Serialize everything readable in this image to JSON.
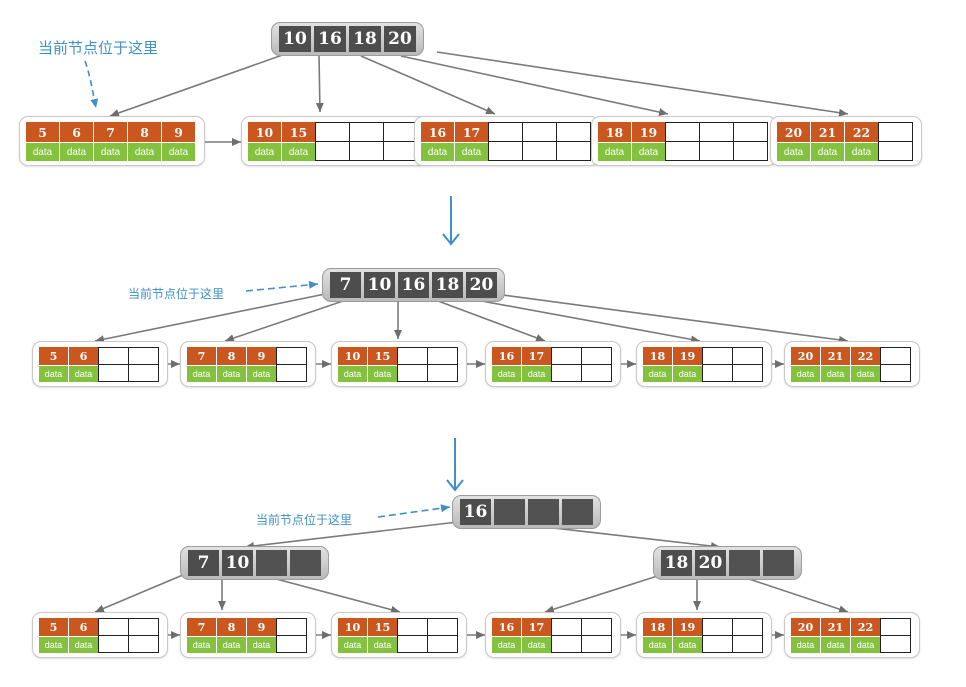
{
  "labels": {
    "current_node": "当前节点位于这里",
    "data": "data"
  },
  "colors": {
    "key": "#c9571f",
    "data": "#83c13f",
    "index_key": "#4d4d4d",
    "annotation": "#3f8fc9",
    "arrow": "#6e6e6e"
  },
  "diagrams": [
    {
      "root": [
        "10",
        "16",
        "18",
        "20"
      ],
      "leaves": [
        [
          "5",
          "6",
          "7",
          "8",
          "9"
        ],
        [
          "10",
          "15",
          "",
          "",
          ""
        ],
        [
          "16",
          "17",
          "",
          "",
          ""
        ],
        [
          "18",
          "19",
          "",
          "",
          ""
        ],
        [
          "20",
          "21",
          "22",
          ""
        ]
      ]
    },
    {
      "root": [
        "7",
        "10",
        "16",
        "18",
        "20"
      ],
      "leaves": [
        [
          "5",
          "6",
          "",
          ""
        ],
        [
          "7",
          "8",
          "9",
          ""
        ],
        [
          "10",
          "15",
          "",
          ""
        ],
        [
          "16",
          "17",
          "",
          ""
        ],
        [
          "18",
          "19",
          "",
          ""
        ],
        [
          "20",
          "21",
          "22",
          ""
        ]
      ]
    },
    {
      "root": [
        "16",
        "",
        "",
        ""
      ],
      "internal": [
        [
          "7",
          "10",
          "",
          ""
        ],
        [
          "18",
          "20",
          "",
          ""
        ]
      ],
      "leaves": [
        [
          "5",
          "6",
          "",
          ""
        ],
        [
          "7",
          "8",
          "9",
          ""
        ],
        [
          "10",
          "15",
          "",
          ""
        ],
        [
          "16",
          "17",
          "",
          ""
        ],
        [
          "18",
          "19",
          "",
          ""
        ],
        [
          "20",
          "21",
          "22",
          ""
        ]
      ]
    }
  ]
}
